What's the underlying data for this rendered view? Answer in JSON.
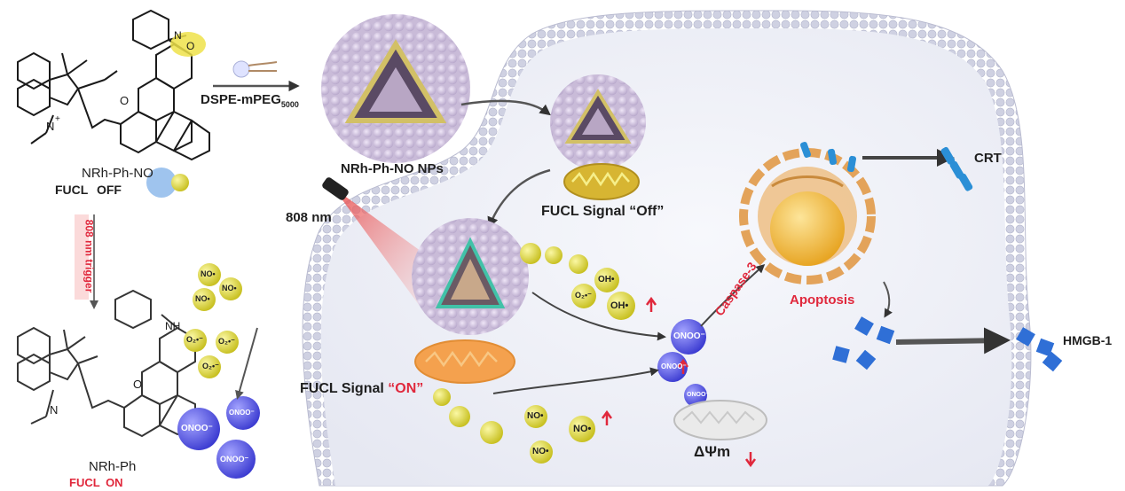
{
  "molecule_top": {
    "name": "NRh-Ph-NO",
    "state_left": "FUCL",
    "state_right": "OFF"
  },
  "molecule_bottom": {
    "name": "NRh-Ph",
    "state_left": "FUCL",
    "state_right": "ON"
  },
  "trigger_label": "808 nm trigger",
  "reagent_label": "DSPE-mPEG",
  "reagent_subscript": "5000",
  "nanoparticle_label": "NRh-Ph-NO NPs",
  "signal_off_label": "FUCL Signal “Off”",
  "signal_on_prefix": "FUCL Signal ",
  "signal_on_emph": "“ON”",
  "laser_label": "808 nm",
  "crt_label": "CRT",
  "hmgb_label": "HMGB-1",
  "caspase_label": "Caspase-3",
  "apoptosis_label": "Apoptosis",
  "delta_psi_label": "ΔΨm",
  "species": {
    "no": "NO•",
    "o2": "O₂•⁻",
    "oh": "OH•",
    "onoo": "ONOO⁻"
  },
  "colors": {
    "membrane": "#d7d7e6",
    "nanoparticle": "#d8cbe3",
    "no_yellow": "#e8e04a",
    "onoo_blue": "#5e5ee8",
    "laser_red": "#f06a6a",
    "mito_orange": "#f2a64e",
    "mito_yellow": "#e7c23a",
    "cell_orange": "#e3a35a",
    "crt_blue": "#2b8fd6",
    "emph_red": "#e0283c"
  }
}
